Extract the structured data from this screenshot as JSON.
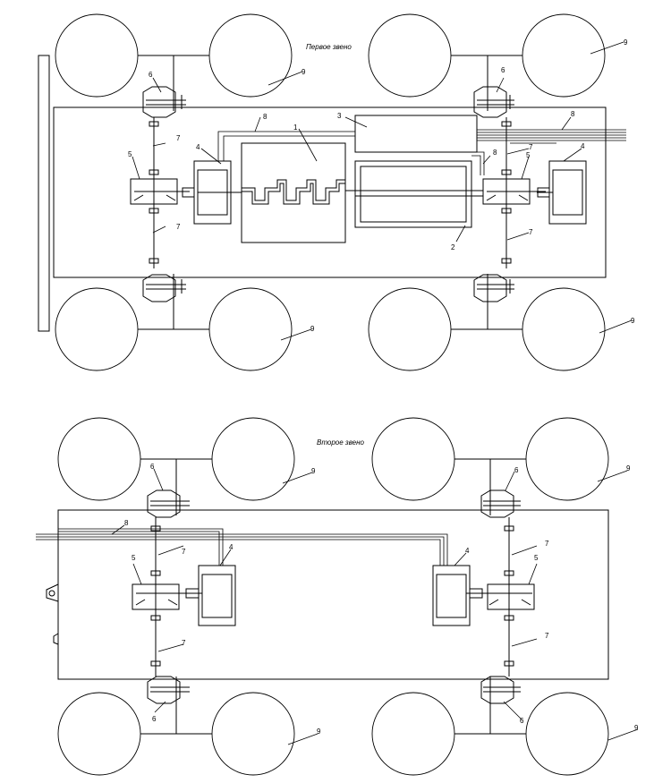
{
  "captions": {
    "first_unit": "Первое звено",
    "second_unit": "Второе звено"
  },
  "labels": {
    "engine": "1",
    "generator": "2",
    "control_unit": "3",
    "motor": "4",
    "reducer": "5",
    "hub_reducer": "6",
    "half_shaft": "7",
    "cable": "8",
    "wheel": "9"
  }
}
